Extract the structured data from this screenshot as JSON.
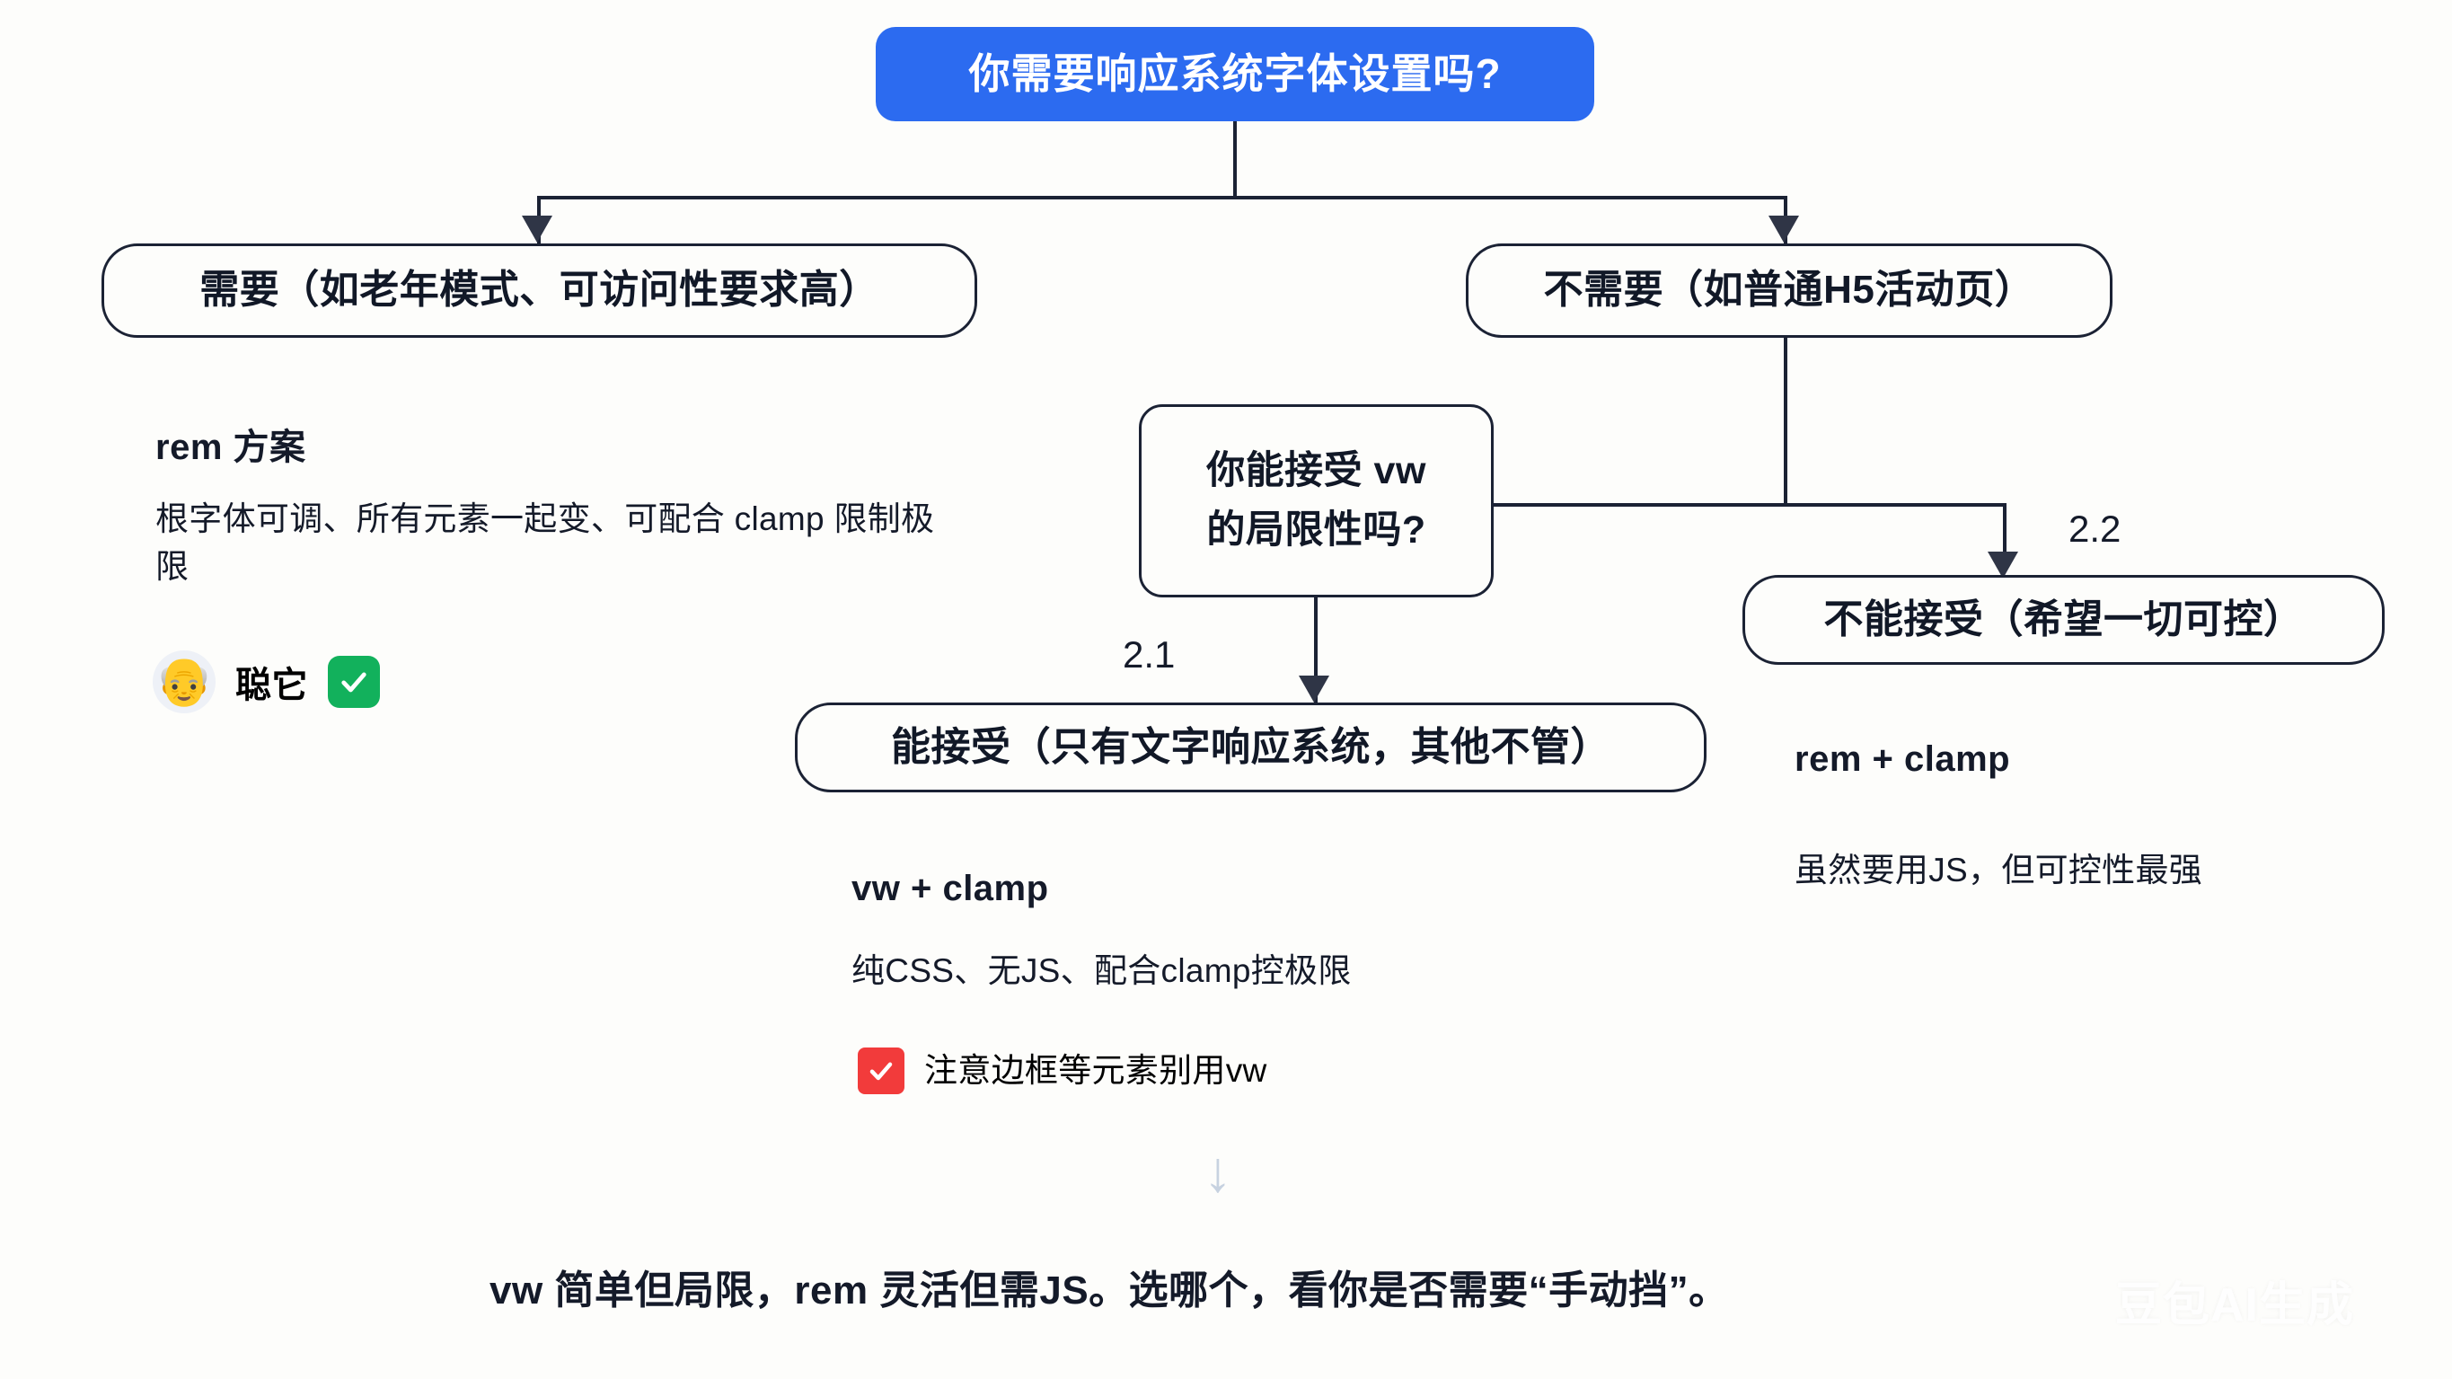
{
  "diagram": {
    "background_color": "#fdfdfb",
    "accent_color": "#2c6bf0",
    "line_color": "#1b2234",
    "root": {
      "label": "你需要响应系统字体设置吗?"
    },
    "branches": {
      "left": {
        "label": "需要（如老年模式、可访问性要求高）"
      },
      "right": {
        "label": "不需要（如普通H5活动页）"
      }
    },
    "decision": {
      "line1": "你能接受 vw",
      "line2": "的局限性吗?"
    },
    "edge_labels": {
      "branch_2_1": "2.1",
      "branch_2_2": "2.2"
    },
    "outcomes": {
      "accept": {
        "label": "能接受（只有文字响应系统，其他不管）"
      },
      "reject": {
        "label": "不能接受（希望一切可控）"
      }
    },
    "solutions": [
      {
        "id": "rem",
        "title": "rem 方案",
        "description": "根字体可调、所有元素一起变、可配合 clamp 限制极限",
        "badge_emoji": "👴",
        "badge_text": "聪它",
        "badge_icon": "green-check-icon",
        "badge_color": "#12b15c"
      },
      {
        "id": "vw-clamp",
        "title": "vw + clamp",
        "description": "纯CSS、无JS、配合clamp控极限",
        "note_icon": "red-check-icon",
        "note_color": "#f23b3b",
        "note_text": "注意边框等元素别用vw"
      },
      {
        "id": "rem-clamp",
        "title": "rem + clamp",
        "description": "虽然要用JS，但可控性最强"
      }
    ],
    "flow_arrow_icon": "down-arrow-icon",
    "summary": "vw 简单但局限，rem 灵活但需JS。选哪个，看你是否需要“手动挡”。",
    "watermark": "豆包AI生成"
  }
}
